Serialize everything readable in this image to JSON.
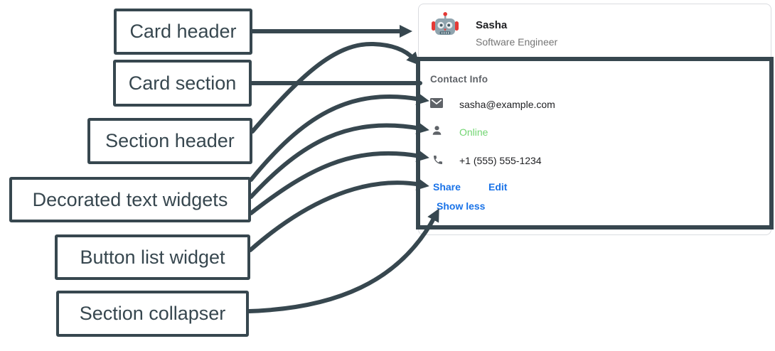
{
  "diagram": {
    "labels": [
      {
        "text": "Card header"
      },
      {
        "text": "Card section"
      },
      {
        "text": "Section header"
      },
      {
        "text": "Decorated text widgets"
      },
      {
        "text": "Button list widget"
      },
      {
        "text": "Section collapser"
      }
    ]
  },
  "card": {
    "header": {
      "name": "Sasha",
      "subtitle": "Software Engineer",
      "avatar": "robot-icon"
    },
    "section": {
      "title": "Contact Info",
      "widgets": [
        {
          "icon": "mail-icon",
          "text": "sasha@example.com"
        },
        {
          "icon": "person-icon",
          "text": "Online"
        },
        {
          "icon": "phone-icon",
          "text": "+1 (555) 555-1234"
        }
      ],
      "buttons": [
        {
          "label": "Share"
        },
        {
          "label": "Edit"
        }
      ],
      "collapser_label": "Show less"
    }
  },
  "colors": {
    "annotation": "#37474F",
    "link": "#1A73E8",
    "status_green": "#72D572",
    "card_border": "#DADCE0",
    "text_primary": "#202124",
    "text_secondary": "#757575",
    "icon_gray": "#5F6368"
  }
}
